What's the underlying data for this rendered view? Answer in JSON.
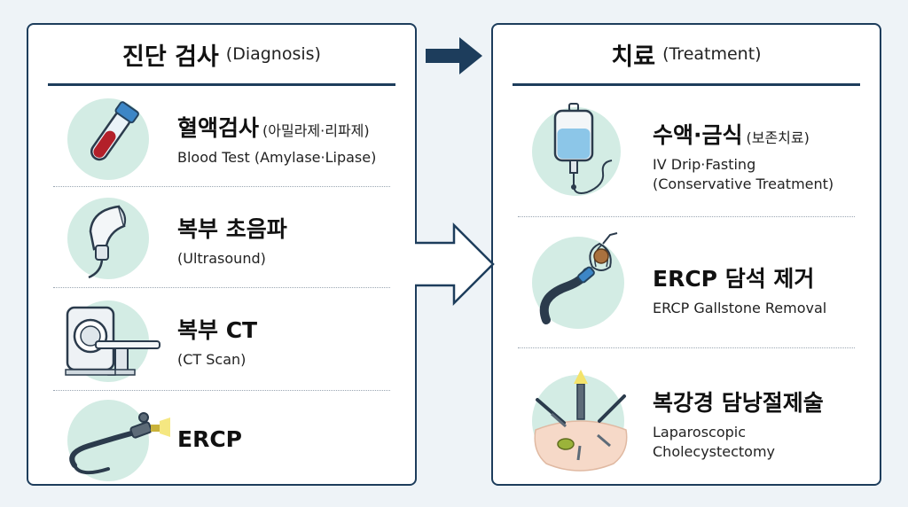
{
  "diagnosis": {
    "title_ko": "진단 검사",
    "title_en": "(Diagnosis)",
    "items": [
      {
        "main": "혈액검사",
        "paren": "(아밀라제·리파제)",
        "sub": "Blood Test (Amylase·Lipase)",
        "icon": "blood-tube-icon"
      },
      {
        "main": "복부 초음파",
        "paren": "",
        "sub": "(Ultrasound)",
        "icon": "ultrasound-probe-icon"
      },
      {
        "main": "복부 CT",
        "paren": "",
        "sub": "(CT Scan)",
        "icon": "ct-scanner-icon"
      },
      {
        "main": "ERCP",
        "paren": "",
        "sub": "",
        "icon": "endoscope-icon"
      }
    ]
  },
  "treatment": {
    "title_ko": "치료",
    "title_en": "(Treatment)",
    "items": [
      {
        "main": "수액·금식",
        "paren": "(보존치료)",
        "sub": "IV Drip·Fasting\n(Conservative Treatment)",
        "icon": "iv-drip-icon"
      },
      {
        "main": "ERCP 담석 제거",
        "paren": "",
        "sub": "ERCP Gallstone Removal",
        "icon": "stone-basket-icon"
      },
      {
        "main": "복강경 담낭절제술",
        "paren": "",
        "sub": "Laparoscopic\nCholecystectomy",
        "icon": "laparoscopy-icon"
      }
    ]
  },
  "colors": {
    "navy": "#1d3d5c",
    "circle": "#d3ece4",
    "blood": "#b3202a",
    "iv_fluid": "#8cc6e8"
  }
}
